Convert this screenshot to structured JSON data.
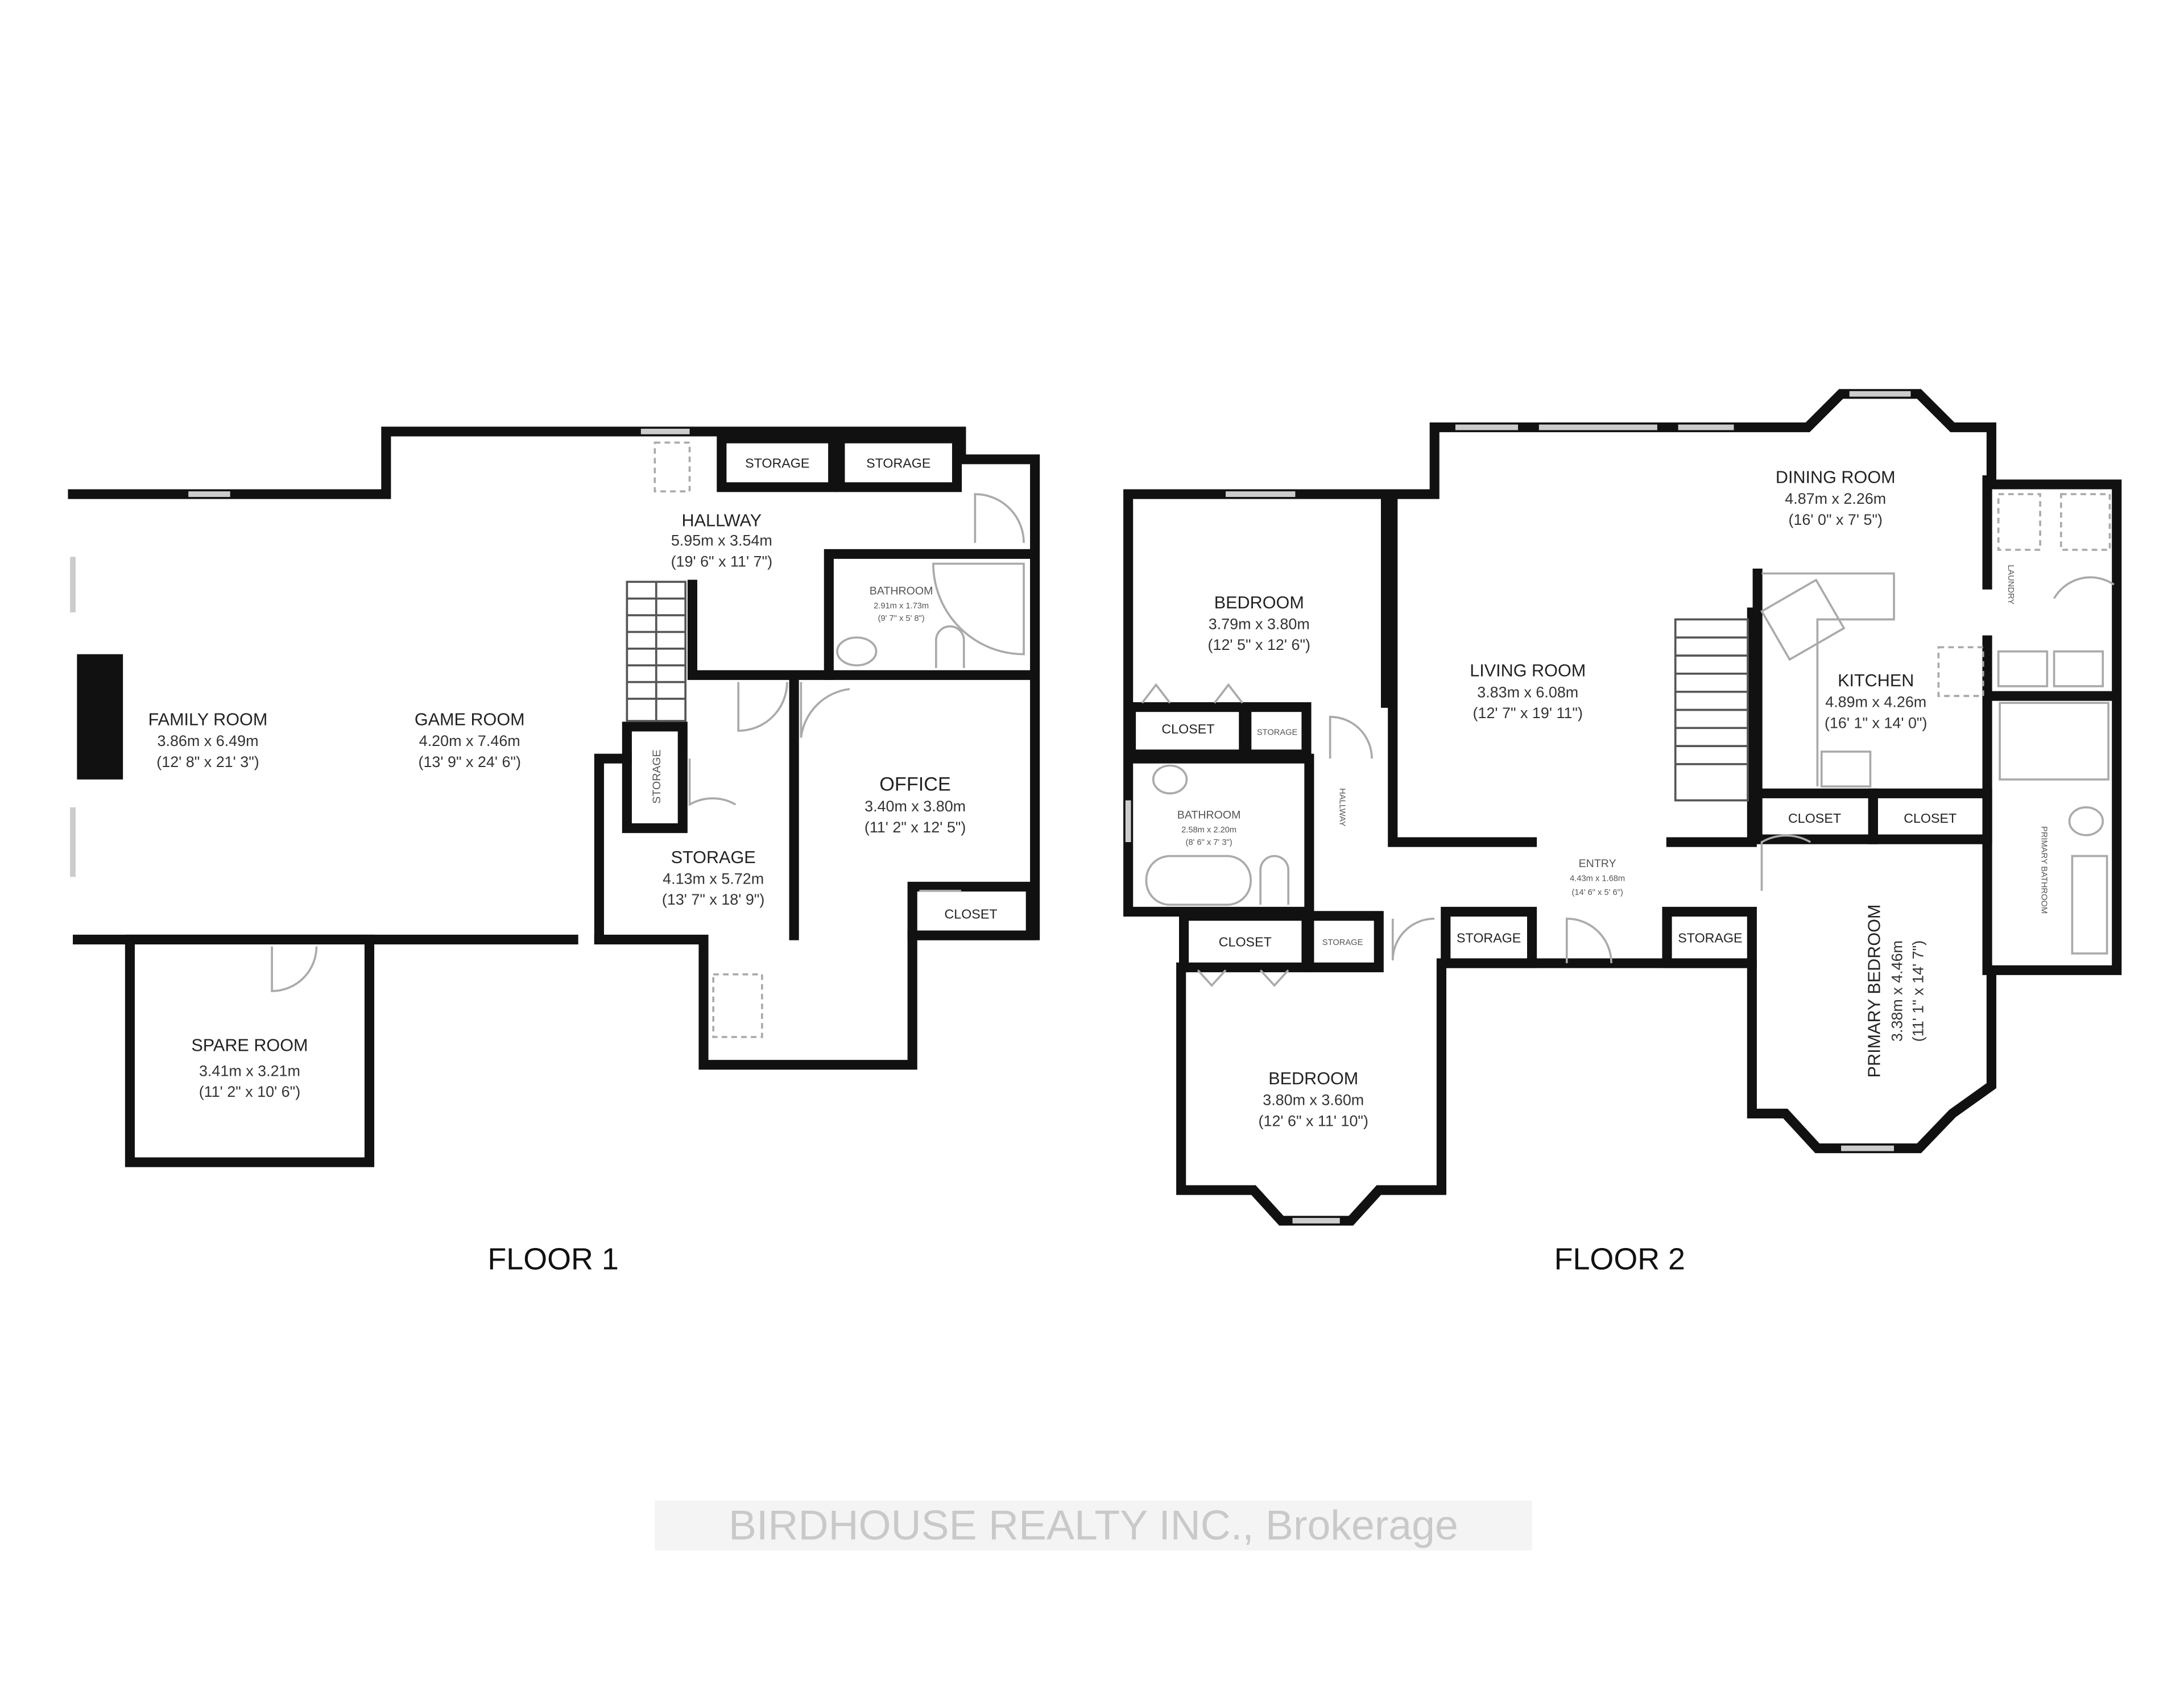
{
  "floors": [
    {
      "label": "FLOOR 1"
    },
    {
      "label": "FLOOR 2"
    }
  ],
  "floor1": {
    "family_room": {
      "name": "FAMILY ROOM",
      "metric": "3.86m x 6.49m",
      "imperial": "(12' 8\" x 21' 3\")"
    },
    "game_room": {
      "name": "GAME ROOM",
      "metric": "4.20m x 7.46m",
      "imperial": "(13' 9\" x 24' 6\")"
    },
    "hallway": {
      "name": "HALLWAY",
      "metric": "5.95m x 3.54m",
      "imperial": "(19' 6\" x 11' 7\")"
    },
    "storage_top_1": {
      "name": "STORAGE"
    },
    "storage_top_2": {
      "name": "STORAGE"
    },
    "bathroom": {
      "name": "BATHROOM",
      "metric": "2.91m x 1.73m",
      "imperial": "(9' 7\" x 5' 8\")"
    },
    "storage_small": {
      "name": "STORAGE"
    },
    "storage": {
      "name": "STORAGE",
      "metric": "4.13m x 5.72m",
      "imperial": "(13' 7\" x 18' 9\")"
    },
    "office": {
      "name": "OFFICE",
      "metric": "3.40m x 3.80m",
      "imperial": "(11' 2\" x 12' 5\")"
    },
    "closet": {
      "name": "CLOSET"
    },
    "spare_room": {
      "name": "SPARE ROOM",
      "metric": "3.41m x 3.21m",
      "imperial": "(11' 2\" x 10' 6\")"
    }
  },
  "floor2": {
    "bedroom_1": {
      "name": "BEDROOM",
      "metric": "3.79m x 3.80m",
      "imperial": "(12' 5\" x 12' 6\")"
    },
    "closet_1": {
      "name": "CLOSET"
    },
    "storage_1": {
      "name": "STORAGE"
    },
    "bathroom": {
      "name": "BATHROOM",
      "metric": "2.58m x 2.20m",
      "imperial": "(8' 6\" x 7' 3\")"
    },
    "hallway": {
      "name": "HALLWAY"
    },
    "closet_2": {
      "name": "CLOSET"
    },
    "storage_2": {
      "name": "STORAGE"
    },
    "bedroom_2": {
      "name": "BEDROOM",
      "metric": "3.80m x 3.60m",
      "imperial": "(12' 6\" x 11' 10\")"
    },
    "living_room": {
      "name": "LIVING ROOM",
      "metric": "3.83m x 6.08m",
      "imperial": "(12' 7\" x 19' 11\")"
    },
    "entry": {
      "name": "ENTRY",
      "metric": "4.43m x 1.68m",
      "imperial": "(14' 6\" x 5' 6\")"
    },
    "storage_3": {
      "name": "STORAGE"
    },
    "storage_4": {
      "name": "STORAGE"
    },
    "dining_room": {
      "name": "DINING ROOM",
      "metric": "4.87m x 2.26m",
      "imperial": "(16' 0\" x 7' 5\")"
    },
    "kitchen": {
      "name": "KITCHEN",
      "metric": "4.89m x 4.26m",
      "imperial": "(16' 1\" x 14' 0\")"
    },
    "laundry": {
      "name": "LAUNDRY"
    },
    "closet_3": {
      "name": "CLOSET"
    },
    "closet_4": {
      "name": "CLOSET"
    },
    "primary_bedroom": {
      "name": "PRIMARY BEDROOM",
      "metric": "3.38m x 4.46m",
      "imperial": "(11' 1\" x 14' 7\")"
    },
    "primary_bathroom": {
      "name": "PRIMARY BATHROOM"
    }
  },
  "watermark": "BIRDHOUSE REALTY INC., Brokerage"
}
